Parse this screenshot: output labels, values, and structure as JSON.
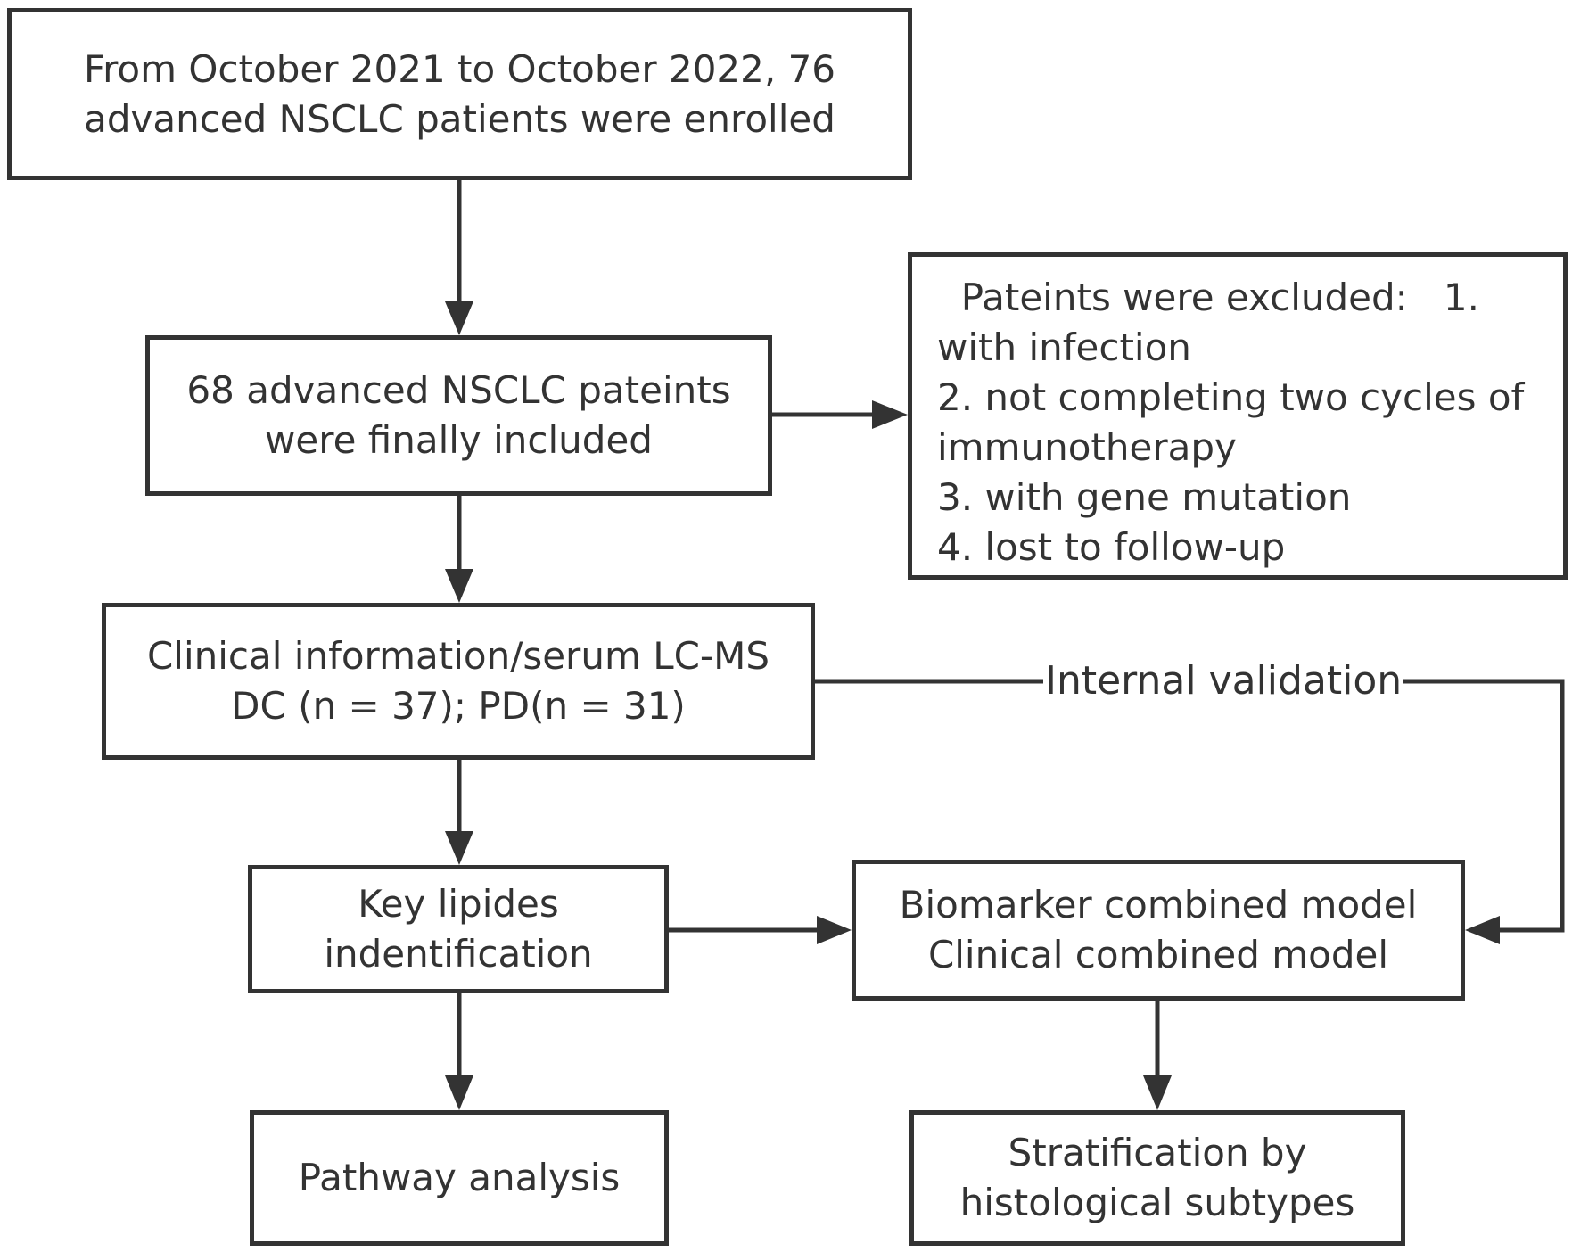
{
  "boxes": {
    "enrolled": {
      "lines": [
        "From October 2021 to October 2022, 76",
        "advanced NSCLC patients were enrolled"
      ]
    },
    "included": {
      "lines": [
        "68 advanced NSCLC pateints",
        "were finally included"
      ]
    },
    "excluded": {
      "lines": [
        "  Pateints were excluded:   1.",
        "with infection",
        "2. not completing two cycles of",
        "immunotherapy",
        "3. with gene mutation",
        "4. lost to follow-up"
      ]
    },
    "clinical": {
      "lines": [
        "Clinical information/serum LC-MS",
        "DC (n = 37); PD(n = 31)"
      ]
    },
    "key_lipids": {
      "lines": [
        "Key lipides",
        "indentification"
      ]
    },
    "models": {
      "lines": [
        "Biomarker combined model",
        "Clinical combined model"
      ]
    },
    "pathway": {
      "lines": [
        "Pathway analysis"
      ]
    },
    "stratification": {
      "lines": [
        "Stratification by",
        "histological subtypes"
      ]
    }
  },
  "edge_labels": {
    "internal_validation": "Internal validation"
  },
  "colors": {
    "stroke": "#333333",
    "text": "#333333",
    "background": "#ffffff"
  }
}
